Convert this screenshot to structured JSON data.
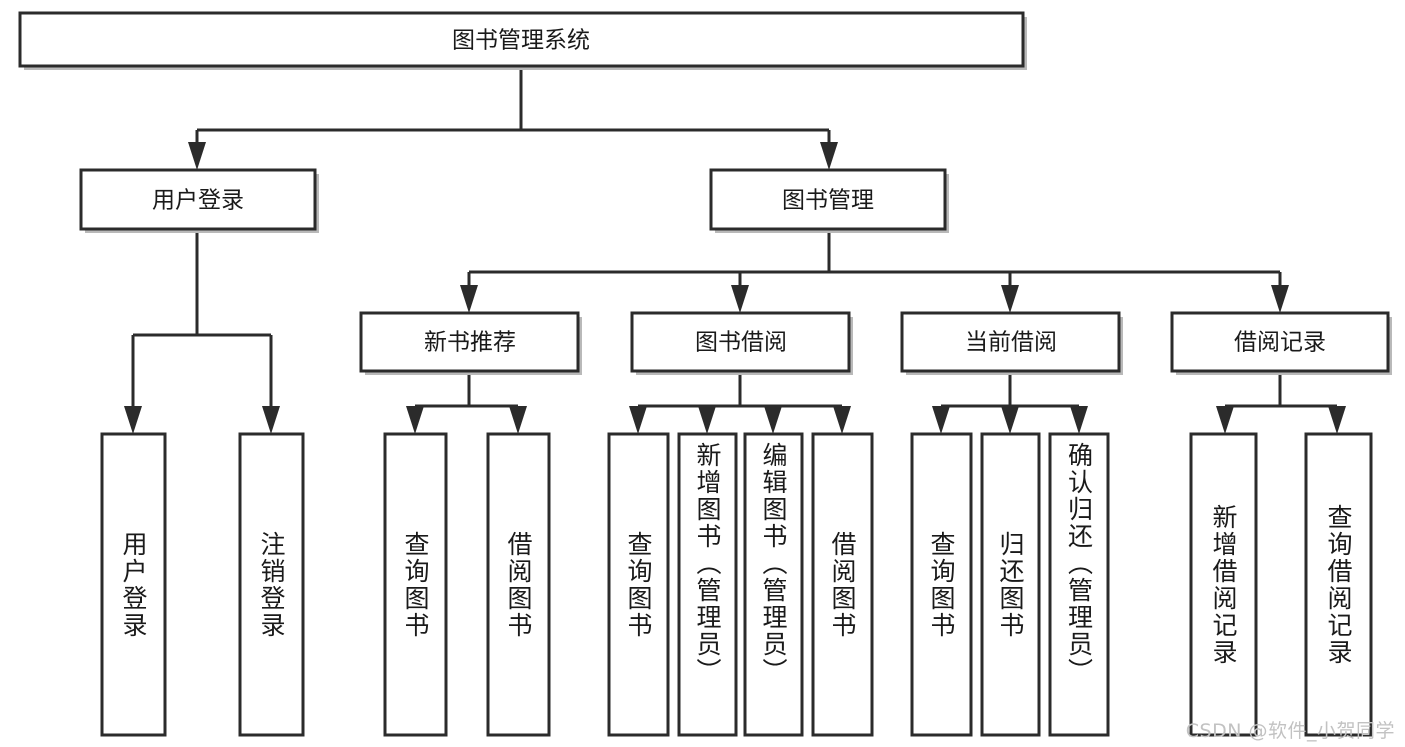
{
  "diagram": {
    "title_node": {
      "label": "图书管理系统"
    },
    "level2": [
      {
        "id": "user-login",
        "label": "用户登录"
      },
      {
        "id": "book-manage",
        "label": "图书管理"
      }
    ],
    "level3": [
      {
        "id": "new-book-recommend",
        "label": "新书推荐"
      },
      {
        "id": "book-borrow",
        "label": "图书借阅"
      },
      {
        "id": "current-borrow",
        "label": "当前借阅"
      },
      {
        "id": "borrow-record",
        "label": "借阅记录"
      }
    ],
    "leaves": [
      {
        "id": "leaf-user-login",
        "label": "用户登录",
        "parent": "user-login"
      },
      {
        "id": "leaf-logout-login",
        "label": "注销登录",
        "parent": "user-login"
      },
      {
        "id": "leaf-query-book-1",
        "label": "查询图书",
        "parent": "new-book-recommend"
      },
      {
        "id": "leaf-borrow-book-1",
        "label": "借阅图书",
        "parent": "new-book-recommend"
      },
      {
        "id": "leaf-query-book-2",
        "label": "查询图书",
        "parent": "book-borrow"
      },
      {
        "id": "leaf-add-book",
        "label": "新增图书（管理员）",
        "parent": "book-borrow"
      },
      {
        "id": "leaf-edit-book",
        "label": "编辑图书（管理员）",
        "parent": "book-borrow"
      },
      {
        "id": "leaf-borrow-book-2",
        "label": "借阅图书",
        "parent": "book-borrow"
      },
      {
        "id": "leaf-query-book-3",
        "label": "查询图书",
        "parent": "current-borrow"
      },
      {
        "id": "leaf-return-book",
        "label": "归还图书",
        "parent": "current-borrow"
      },
      {
        "id": "leaf-confirm-return",
        "label": "确认归还（管理员）",
        "parent": "current-borrow"
      },
      {
        "id": "leaf-add-borrow-record",
        "label": "新增借阅记录",
        "parent": "borrow-record"
      },
      {
        "id": "leaf-query-borrow-record",
        "label": "查询借阅记录",
        "parent": "borrow-record"
      }
    ],
    "watermark": "CSDN @软件_小贺同学",
    "colors": {
      "box_stroke": "#2b2b2b",
      "box_fill": "#ffffff",
      "connector": "#2b2b2b",
      "text": "#1a1a1a",
      "watermark": "#c2c2c2",
      "background": "#ffffff"
    }
  }
}
